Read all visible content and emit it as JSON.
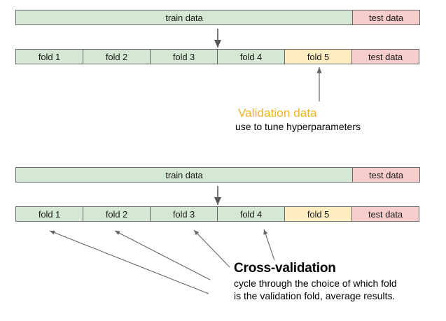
{
  "diagram": {
    "title_semantic": "k-fold cross-validation data split diagram",
    "colors": {
      "train_green": "#d5e8d4",
      "validation_yellow": "#ffeec2",
      "test_pink": "#f8cecc",
      "segment_border": "#666666",
      "arrow": "#555555",
      "validation_text": "#f0b323",
      "body_text": "#000000"
    },
    "panels": [
      {
        "id": "top-panel",
        "split_bar": {
          "name": "train-test-split-bar",
          "segments": [
            {
              "label": "train data",
              "kind": "train"
            },
            {
              "label": "test data",
              "kind": "test"
            }
          ]
        },
        "fold_bar": {
          "name": "fold-split-bar",
          "segments": [
            {
              "label": "fold 1",
              "kind": "train"
            },
            {
              "label": "fold 2",
              "kind": "train"
            },
            {
              "label": "fold 3",
              "kind": "train"
            },
            {
              "label": "fold 4",
              "kind": "train"
            },
            {
              "label": "fold 5",
              "kind": "validation"
            },
            {
              "label": "test data",
              "kind": "test"
            }
          ]
        },
        "annotation": {
          "title": "Validation data",
          "subtitle": "use to tune hyperparameters"
        }
      },
      {
        "id": "bottom-panel",
        "split_bar": {
          "name": "train-test-split-bar",
          "segments": [
            {
              "label": "train data",
              "kind": "train"
            },
            {
              "label": "test data",
              "kind": "test"
            }
          ]
        },
        "fold_bar": {
          "name": "fold-split-bar",
          "segments": [
            {
              "label": "fold 1",
              "kind": "train"
            },
            {
              "label": "fold 2",
              "kind": "train"
            },
            {
              "label": "fold 3",
              "kind": "train"
            },
            {
              "label": "fold 4",
              "kind": "train"
            },
            {
              "label": "fold 5",
              "kind": "validation"
            },
            {
              "label": "test data",
              "kind": "test"
            }
          ]
        },
        "annotation": {
          "title": "Cross-validation",
          "subtitle_line1": "cycle through the choice of which fold",
          "subtitle_line2": "is the validation fold, average results."
        }
      }
    ]
  }
}
